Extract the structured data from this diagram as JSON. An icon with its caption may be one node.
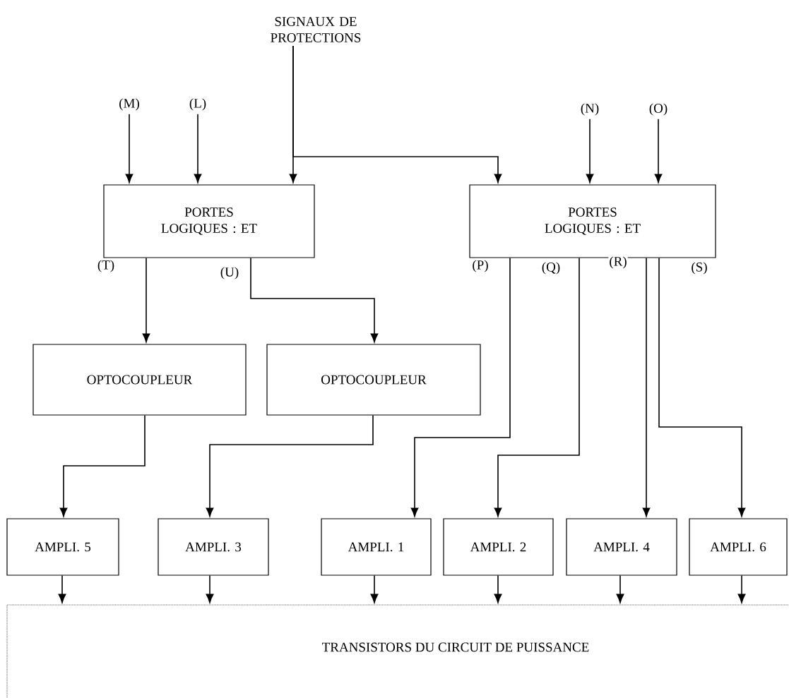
{
  "diagram": {
    "nodes": [
      {
        "text": [
          "SIGNAUX DE PROTECTIONS"
        ]
      },
      {
        "text": [
          "(M)"
        ]
      },
      {
        "text": [
          "(L)"
        ]
      },
      {
        "text": [
          "(N)"
        ]
      },
      {
        "text": [
          "(O)"
        ]
      },
      {
        "text": [
          "PORTES LOGIQUES : ET"
        ]
      },
      {
        "text": [
          "PORTES LOGIQUES : ET"
        ]
      },
      {
        "text": [
          "OPTOCOUPLEUR"
        ]
      },
      {
        "text": [
          "OPTOCOUPLEUR"
        ]
      },
      {
        "text": [
          "AMPLI. 5"
        ]
      },
      {
        "text": [
          "AMPLI. 3"
        ]
      },
      {
        "text": [
          "AMPLI. 1"
        ]
      },
      {
        "text": [
          "AMPLI. 2"
        ]
      },
      {
        "text": [
          "AMPLI. 4"
        ]
      },
      {
        "text": [
          "AMPLI. 6"
        ]
      },
      {
        "text": [
          "TRANSISTORS DU CIRCUIT  DE PUISSANCE"
        ]
      }
    ],
    "edges": [
      {
        "from": 0,
        "to": 5,
        "arrow": "to"
      },
      {
        "from": 0,
        "to": 6,
        "arrow": "to"
      },
      {
        "from": 1,
        "to": 5,
        "arrow": "to"
      },
      {
        "from": 2,
        "to": 5,
        "arrow": "to"
      },
      {
        "from": 3,
        "to": 6,
        "arrow": "to"
      },
      {
        "from": 4,
        "to": 6,
        "arrow": "to"
      },
      {
        "from": 5,
        "to": 7,
        "arrow": "to",
        "label": "(T)"
      },
      {
        "from": 5,
        "to": 8,
        "arrow": "to",
        "label": "(U)"
      },
      {
        "from": 7,
        "to": 9,
        "arrow": "to"
      },
      {
        "from": 8,
        "to": 10,
        "arrow": "to"
      },
      {
        "from": 6,
        "to": 11,
        "arrow": "to",
        "label": "(P)"
      },
      {
        "from": 6,
        "to": 12,
        "arrow": "to",
        "label": "(Q)"
      },
      {
        "from": 6,
        "to": 13,
        "arrow": "to",
        "label": "(R)"
      },
      {
        "from": 6,
        "to": 14,
        "arrow": "to",
        "label": "(S)"
      },
      {
        "from": 9,
        "to": 15,
        "arrow": "to"
      },
      {
        "from": 10,
        "to": 15,
        "arrow": "to"
      },
      {
        "from": 11,
        "to": 15,
        "arrow": "to"
      },
      {
        "from": 12,
        "to": 15,
        "arrow": "to"
      },
      {
        "from": 13,
        "to": 15,
        "arrow": "to"
      },
      {
        "from": 14,
        "to": 15,
        "arrow": "to"
      }
    ]
  }
}
